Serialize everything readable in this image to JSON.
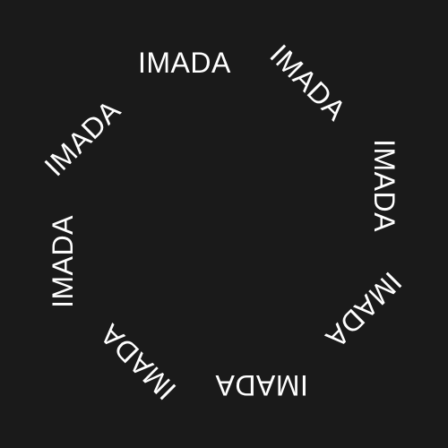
{
  "ring": {
    "background_color": "#1a1a1a",
    "text_color": "#ffffff",
    "labels": [
      "IMADA",
      "IMADA",
      "IMADA",
      "IMADA",
      "IMADA",
      "IMADA",
      "IMADA",
      "IMADA"
    ]
  }
}
